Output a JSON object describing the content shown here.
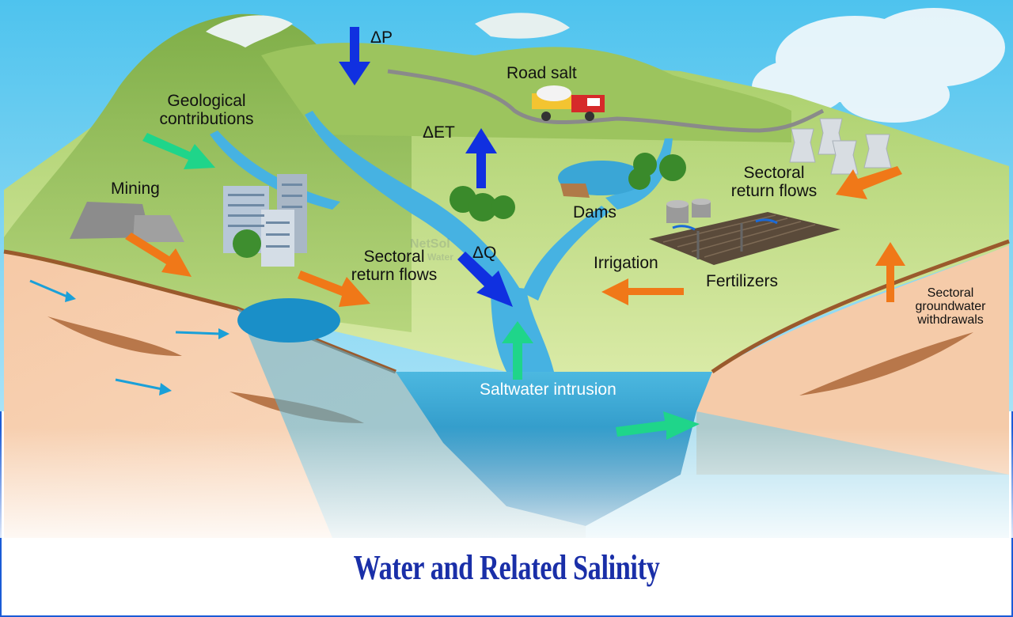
{
  "labels": {
    "delta_p": "ΔP",
    "delta_et": "ΔET",
    "delta_q": "ΔQ",
    "road_salt": "Road salt",
    "geological_1": "Geological",
    "geological_2": "contributions",
    "mining": "Mining",
    "sectoral_return_left_1": "Sectoral",
    "sectoral_return_left_2": "return flows",
    "sectoral_return_right_1": "Sectoral",
    "sectoral_return_right_2": "return flows",
    "dams": "Dams",
    "irrigation": "Irrigation",
    "fertilizers": "Fertilizers",
    "groundwater_1": "Sectoral",
    "groundwater_2": "groundwater",
    "groundwater_3": "withdrawals",
    "saltwater": "Saltwater intrusion"
  },
  "watermark_1": "NetSol",
  "watermark_2": "Water",
  "title": "Water and Related Salinity",
  "colors": {
    "blue_arrow": "#1030e0",
    "green_arrow": "#1fd58a",
    "orange_arrow": "#f07818",
    "cyan_arrow": "#1aa0d8",
    "title": "#1a2fa8"
  }
}
